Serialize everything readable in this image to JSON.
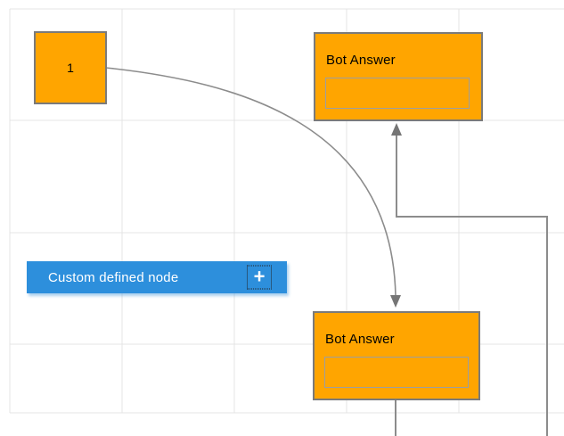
{
  "colors": {
    "canvas_bg": "#FFFFFF",
    "grid_line": "#E4E4E4",
    "node_fill": "#FFA500",
    "node_border": "#7A7A7A",
    "input_border": "#9E9E9E",
    "connector": "#8C8C8C",
    "arrow": "#757575",
    "custom_node_fill": "#2D8FDC",
    "node_text": "#000000",
    "custom_node_text": "#FFFFFF"
  },
  "nodes": {
    "start": {
      "label": "1"
    },
    "bot_answer_top": {
      "title": "Bot Answer",
      "input_value": ""
    },
    "bot_answer_bottom": {
      "title": "Bot Answer",
      "input_value": ""
    },
    "custom": {
      "label": "Custom defined node",
      "add_icon": "+"
    }
  }
}
